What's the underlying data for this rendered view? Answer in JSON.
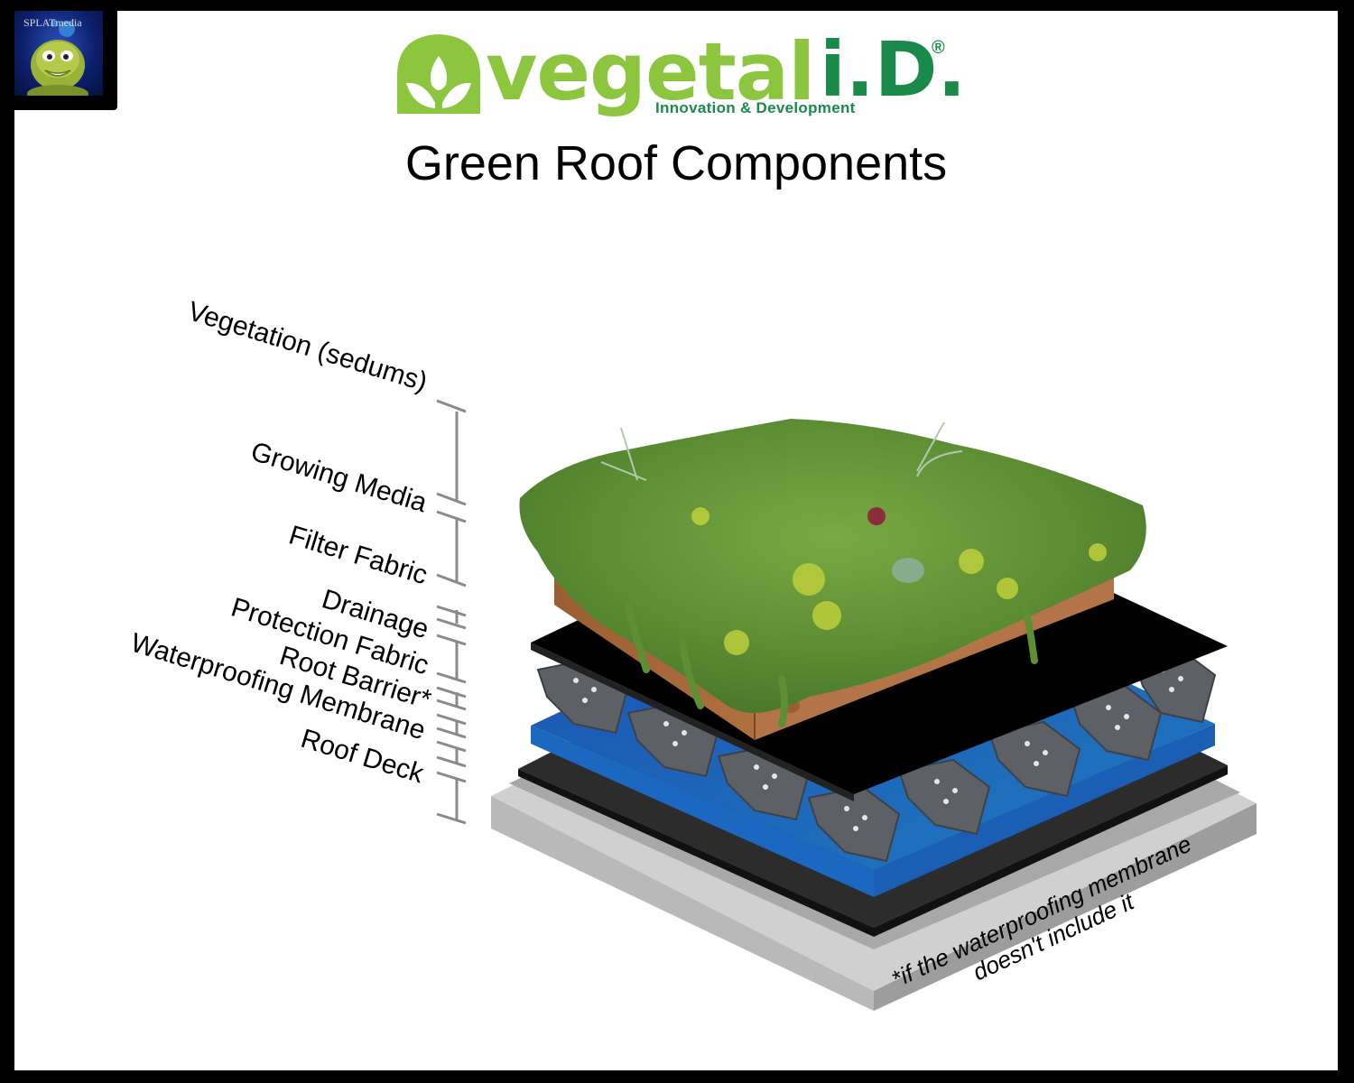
{
  "badge": {
    "brand": "SPLATmedia",
    "icon": "turtle-mascot-icon"
  },
  "logo": {
    "icon": "leaf-arch-icon",
    "wordmark": "vegetal",
    "wordmark_suffix": "i.D.",
    "registered": "®",
    "tagline": "Innovation & Development",
    "colors": {
      "light_green": "#8cc63f",
      "dark_green": "#1a8a4a"
    }
  },
  "title": "Green Roof Components",
  "layers": [
    {
      "label": "Vegetation (sedums)",
      "color": "#6a9a3a"
    },
    {
      "label": "Growing Media",
      "color": "#a8693a"
    },
    {
      "label": "Filter Fabric",
      "color": "#000000"
    },
    {
      "label": "Drainage",
      "color": "#5c5f63"
    },
    {
      "label": "Protection Fabric",
      "color": "#1a6ac8"
    },
    {
      "label": "Root Barrier*",
      "color": "#1e4fa0"
    },
    {
      "label": "Waterproofing Membrane",
      "color": "#2a2a2a"
    },
    {
      "label": "Roof Deck",
      "color": "#a8a8a8"
    }
  ],
  "footnote": {
    "line1": "*if the waterproofing membrane",
    "line2": "doesn't include it"
  },
  "frame_color": "#000000"
}
